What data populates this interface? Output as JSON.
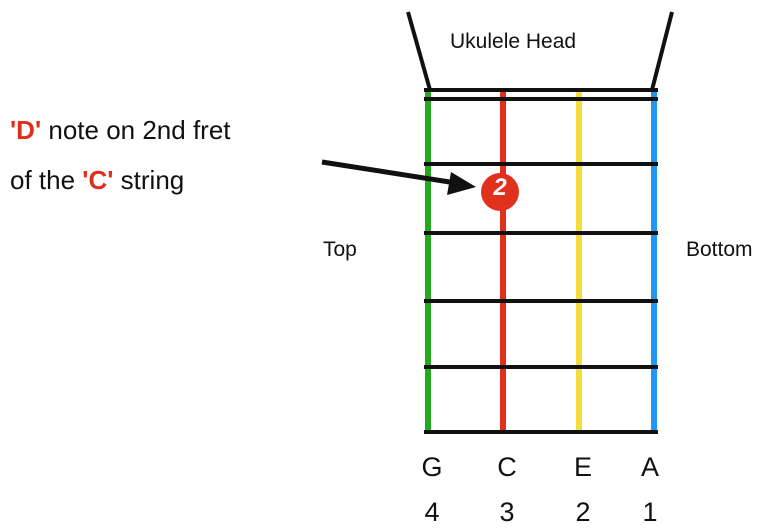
{
  "head_label": "Ukulele Head",
  "side_top": "Top",
  "side_bottom": "Bottom",
  "annotation": {
    "line1_quote": "'D'",
    "line1_rest": " note on 2nd fret",
    "line2_pre": "of the ",
    "line2_quote": "'C'",
    "line2_rest": " string"
  },
  "marker": {
    "label": "2",
    "string": "C",
    "fret": 2
  },
  "strings": [
    {
      "name": "G",
      "number": "4",
      "color": "#23a81f"
    },
    {
      "name": "C",
      "number": "3",
      "color": "#e0301e"
    },
    {
      "name": "E",
      "number": "2",
      "color": "#f4dd3a"
    },
    {
      "name": "A",
      "number": "1",
      "color": "#2196f3"
    }
  ]
}
